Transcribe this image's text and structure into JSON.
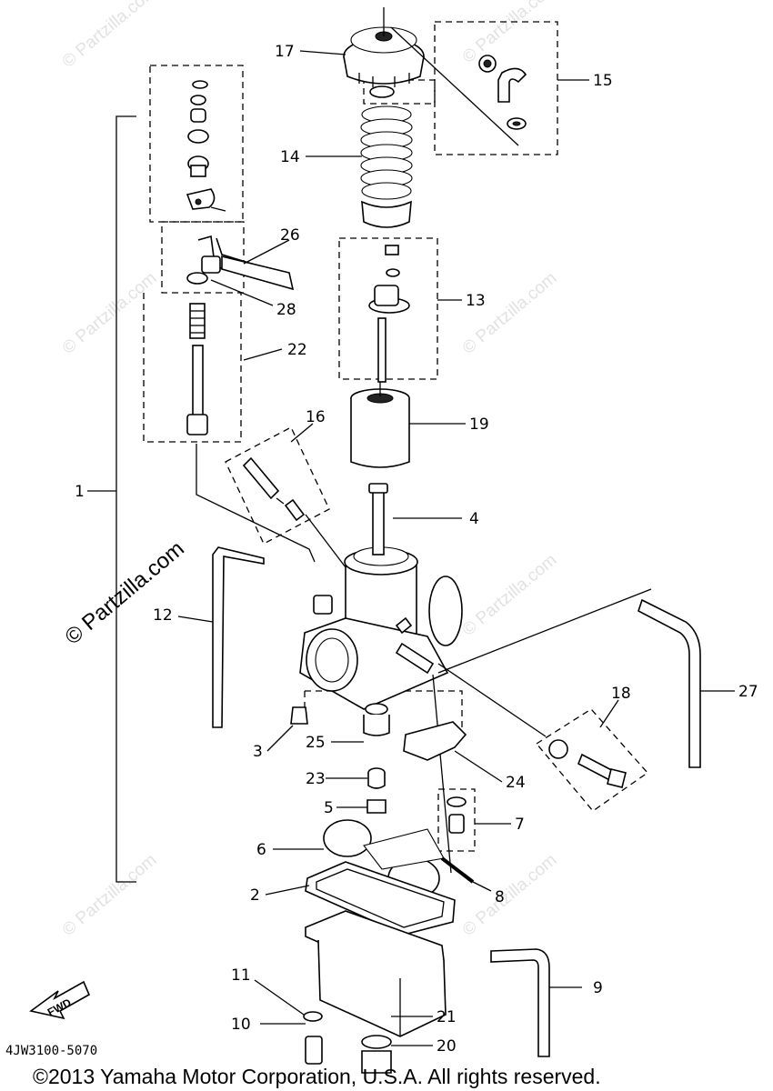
{
  "callouts": [
    "1",
    "2",
    "3",
    "4",
    "5",
    "6",
    "7",
    "8",
    "9",
    "10",
    "11",
    "12",
    "13",
    "14",
    "15",
    "16",
    "17",
    "18",
    "19",
    "20",
    "21",
    "22",
    "23",
    "24",
    "25",
    "26",
    "27",
    "28"
  ],
  "watermark": "© Partzilla.com",
  "drawing_code": "4JW3100-5070",
  "fwd_label": "FWD",
  "copyright": "©2013 Yamaha Motor Corporation, U.S.A. All rights reserved."
}
